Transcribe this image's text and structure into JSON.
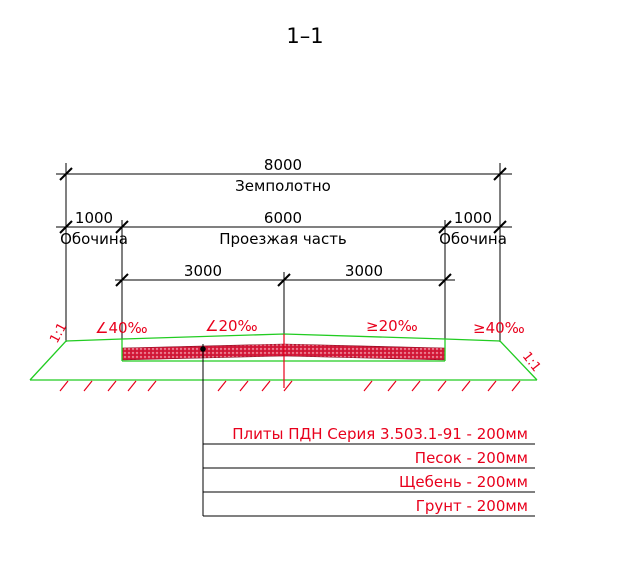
{
  "section_label": "1–1",
  "dims": {
    "total_value": "8000",
    "total_label": "Земполотно",
    "left_value": "1000",
    "left_label": "Обочина",
    "center_value": "6000",
    "center_label": "Проезжая часть",
    "right_value": "1000",
    "right_label": "Обочина",
    "half_left_value": "3000",
    "half_right_value": "3000"
  },
  "slopes": {
    "embankment_left": "1:1",
    "embankment_right": "1:1",
    "shoulder_left": "∠40‰",
    "carriage_left": "∠20‰",
    "carriage_right": "≥20‰",
    "shoulder_right": "≥40‰"
  },
  "layers": [
    "Плиты ПДН Серия 3.503.1-91 - 200мм",
    "Песок - 200мм",
    "Щебень - 200мм",
    "Грунт - 200мм"
  ],
  "colors": {
    "dimension": "#000000",
    "annotation": "#e8001c",
    "road_surface": "#22cc22",
    "pavement_fill": "#d81c3c"
  }
}
